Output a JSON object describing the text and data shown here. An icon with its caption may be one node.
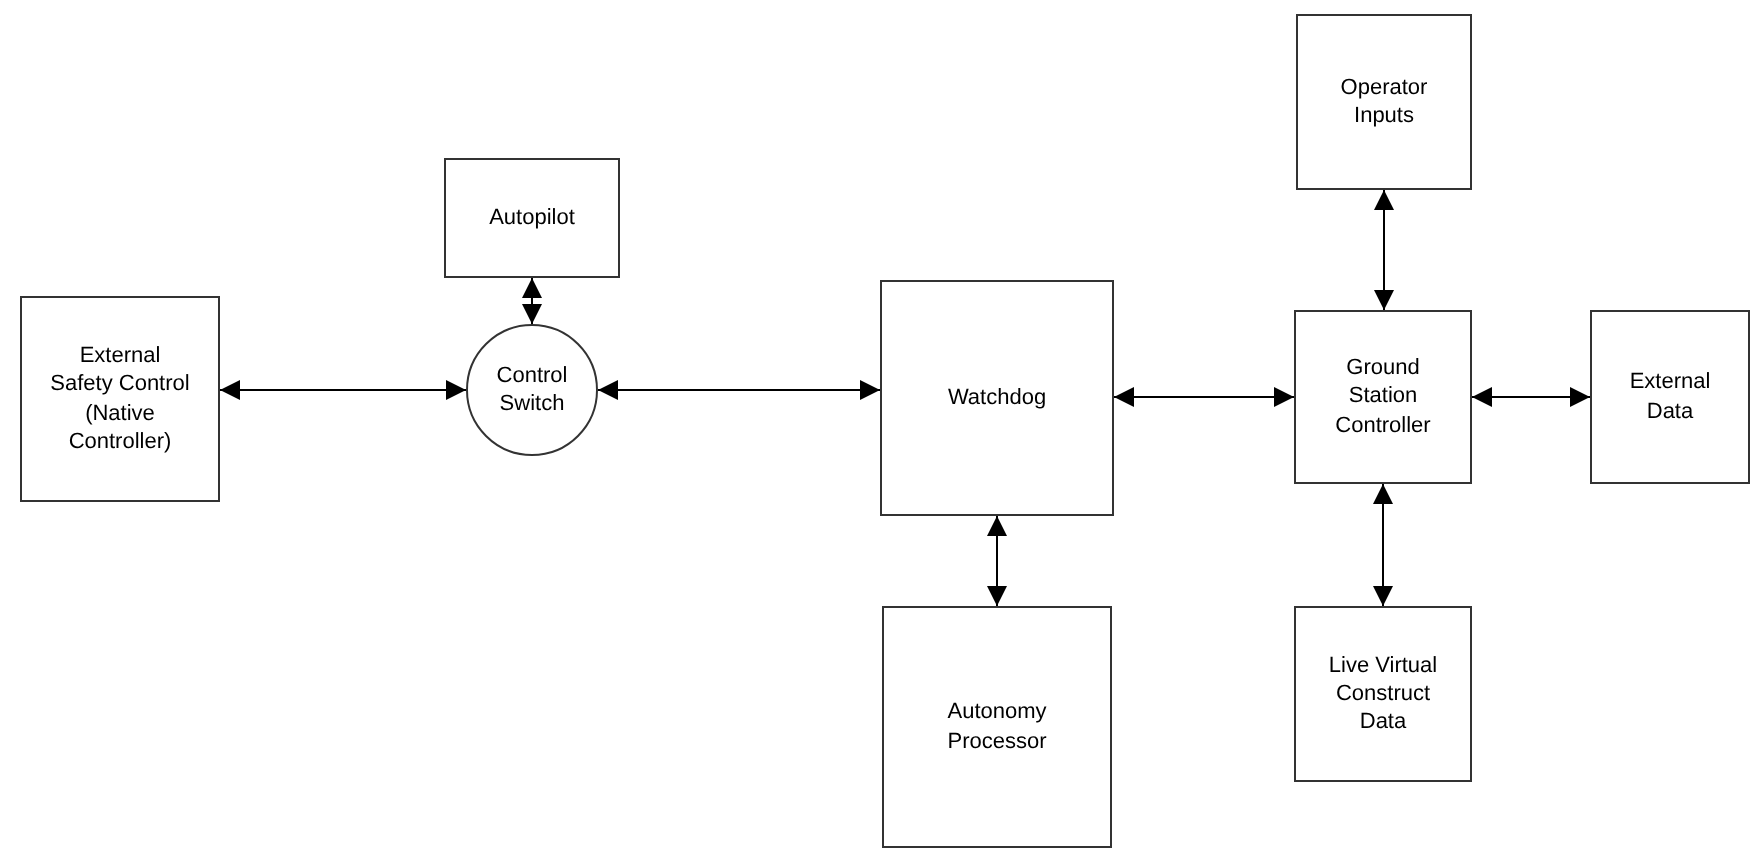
{
  "diagram": {
    "nodes": [
      {
        "text": [
          "Operator Inputs"
        ]
      },
      {
        "text": [
          "Autopilot"
        ]
      },
      {
        "text": [
          "External Safety Control (Native Controller)"
        ]
      },
      {
        "text": [
          "Control Switch"
        ]
      },
      {
        "text": [
          "Watchdog"
        ]
      },
      {
        "text": [
          "Ground Station Controller"
        ]
      },
      {
        "text": [
          "External Data"
        ]
      },
      {
        "text": [
          "Autonomy Processor"
        ]
      },
      {
        "text": [
          "Live Virtual Construct Data"
        ]
      }
    ],
    "edges": [
      {
        "from": 2,
        "to": 3,
        "arrow": "both"
      },
      {
        "from": 1,
        "to": 3,
        "arrow": "both"
      },
      {
        "from": 3,
        "to": 4,
        "arrow": "both"
      },
      {
        "from": 4,
        "to": 7,
        "arrow": "both"
      },
      {
        "from": 4,
        "to": 5,
        "arrow": "both"
      },
      {
        "from": 0,
        "to": 5,
        "arrow": "both"
      },
      {
        "from": 5,
        "to": 6,
        "arrow": "both"
      },
      {
        "from": 5,
        "to": 8,
        "arrow": "both"
      }
    ]
  }
}
